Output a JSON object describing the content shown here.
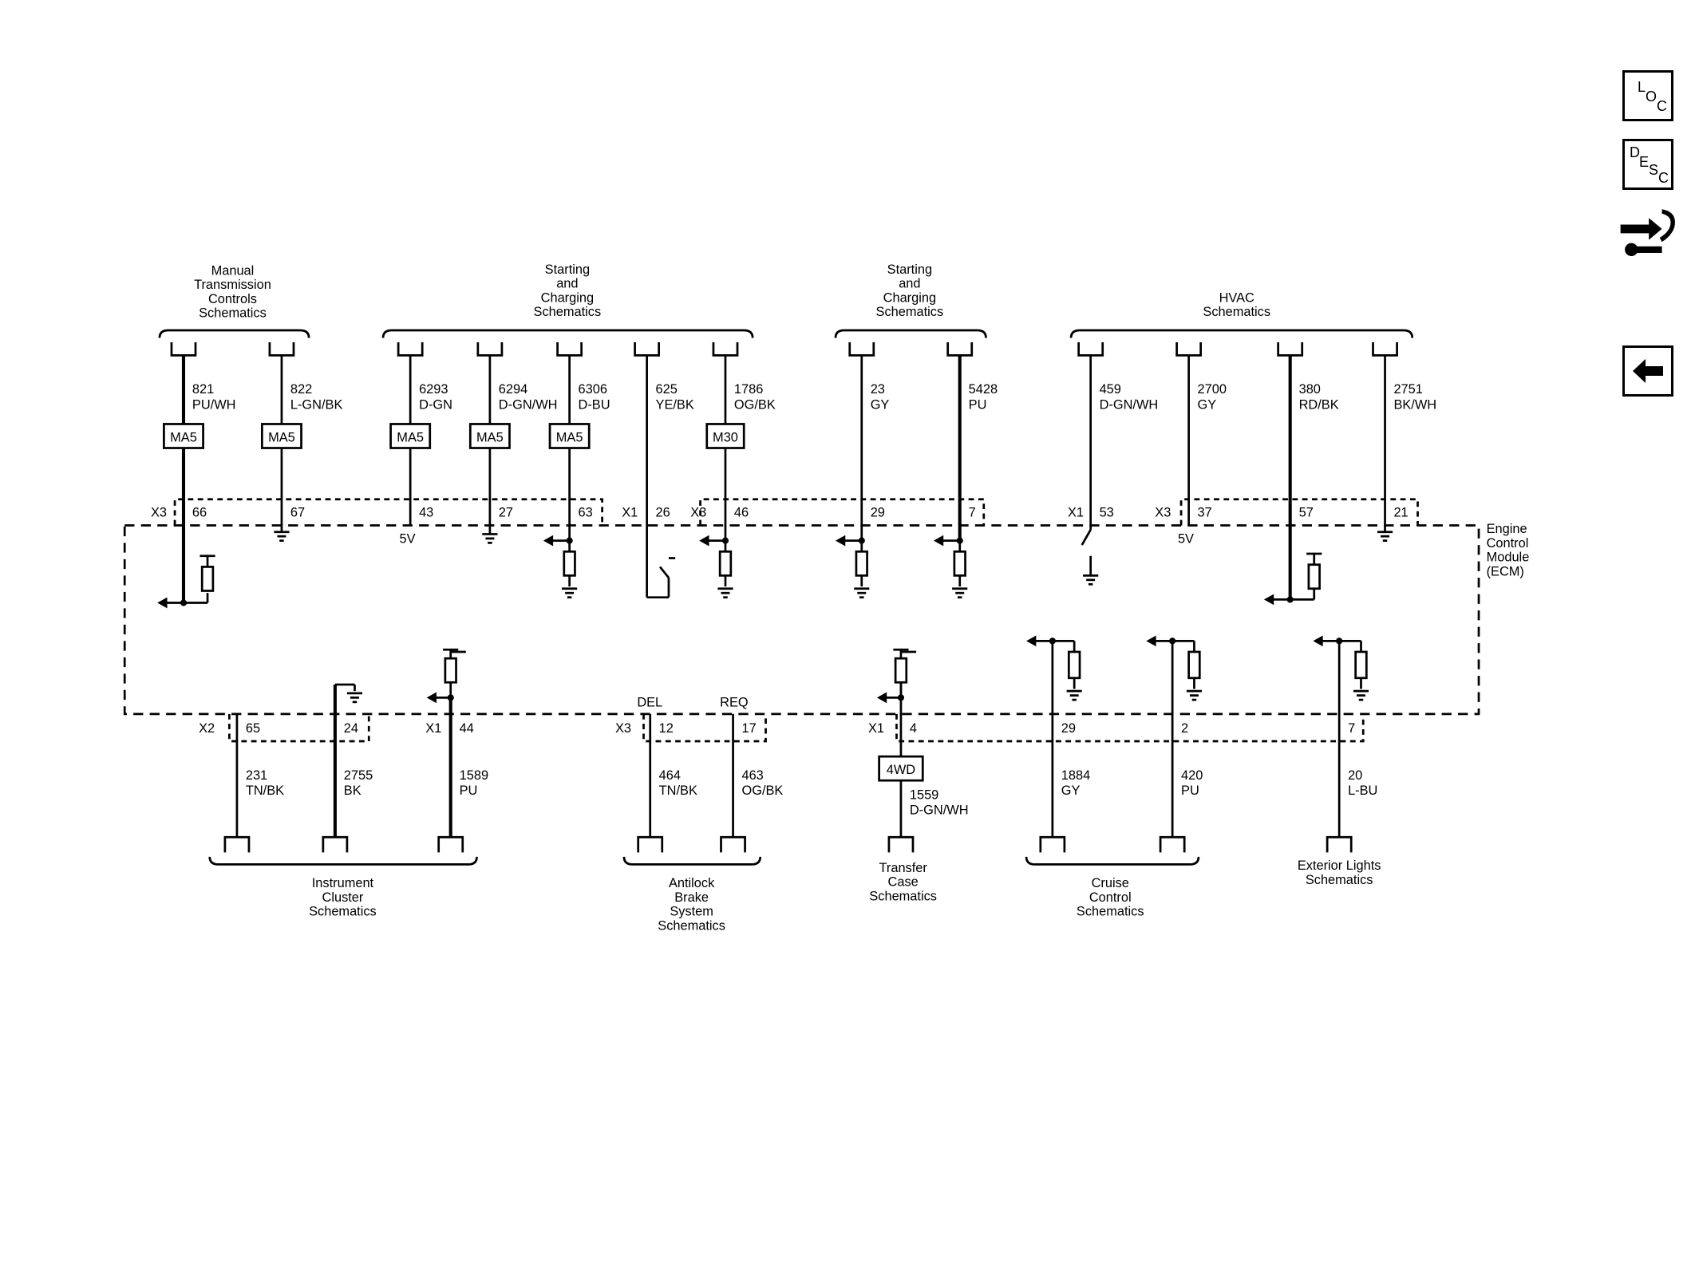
{
  "groups_top": [
    {
      "label": [
        "Manual",
        "Transmission",
        "Controls",
        "Schematics"
      ]
    },
    {
      "label": [
        "Starting",
        "and",
        "Charging",
        "Schematics"
      ]
    },
    {
      "label": [
        "Starting",
        "and",
        "Charging",
        "Schematics"
      ]
    },
    {
      "label": [
        "HVAC",
        "Schematics"
      ]
    }
  ],
  "groups_bottom": [
    {
      "label": [
        "Instrument",
        "Cluster",
        "Schematics"
      ]
    },
    {
      "label": [
        "Antilock",
        "Brake",
        "System",
        "Schematics"
      ]
    },
    {
      "label": [
        "Transfer",
        "Case",
        "Schematics"
      ]
    },
    {
      "label": [
        "Cruise",
        "Control",
        "Schematics"
      ]
    },
    {
      "label": [
        "Exterior Lights",
        "Schematics"
      ]
    }
  ],
  "ecm_label": [
    "Engine",
    "Control",
    "Module",
    "(ECM)"
  ],
  "top_wires": [
    {
      "circuit": "821",
      "color": "PU/WH",
      "splice": "MA5",
      "pin": "66"
    },
    {
      "circuit": "822",
      "color": "L-GN/BK",
      "splice": "MA5",
      "pin": "67"
    },
    {
      "circuit": "6293",
      "color": "D-GN",
      "splice": "MA5",
      "pin": "43",
      "note": "5V"
    },
    {
      "circuit": "6294",
      "color": "D-GN/WH",
      "splice": "MA5",
      "pin": "27"
    },
    {
      "circuit": "6306",
      "color": "D-BU",
      "splice": "MA5",
      "pin": "63"
    },
    {
      "circuit": "625",
      "color": "YE/BK",
      "splice": "",
      "pin": "26"
    },
    {
      "circuit": "1786",
      "color": "OG/BK",
      "splice": "M30",
      "pin": "46"
    },
    {
      "circuit": "23",
      "color": "GY",
      "splice": "",
      "pin": "29"
    },
    {
      "circuit": "5428",
      "color": "PU",
      "splice": "",
      "pin": "7"
    },
    {
      "circuit": "459",
      "color": "D-GN/WH",
      "splice": "",
      "pin": "53"
    },
    {
      "circuit": "2700",
      "color": "GY",
      "splice": "",
      "pin": "37",
      "note": "5V"
    },
    {
      "circuit": "380",
      "color": "RD/BK",
      "splice": "",
      "pin": "57"
    },
    {
      "circuit": "2751",
      "color": "BK/WH",
      "splice": "",
      "pin": "21"
    }
  ],
  "top_connectors": [
    "X3",
    "X1",
    "X3",
    "X1",
    "X3"
  ],
  "bottom_wires": [
    {
      "circuit": "231",
      "color": "TN/BK",
      "pin": "65"
    },
    {
      "circuit": "2755",
      "color": "BK",
      "pin": "24"
    },
    {
      "circuit": "1589",
      "color": "PU",
      "pin": "44"
    },
    {
      "circuit": "464",
      "color": "TN/BK",
      "pin": "12",
      "signal": "DEL"
    },
    {
      "circuit": "463",
      "color": "OG/BK",
      "pin": "17",
      "signal": "REQ"
    },
    {
      "circuit": "1559",
      "color": "D-GN/WH",
      "pin": "4",
      "splice": "4WD"
    },
    {
      "circuit": "1884",
      "color": "GY",
      "pin": "29"
    },
    {
      "circuit": "420",
      "color": "PU",
      "pin": "2"
    },
    {
      "circuit": "20",
      "color": "L-BU",
      "pin": "7"
    }
  ],
  "bottom_connectors": [
    "X2",
    "X1",
    "X3",
    "X1"
  ],
  "nav": {
    "loc": [
      "L",
      "O",
      "C"
    ],
    "desc": [
      "D",
      "E",
      "S",
      "C"
    ]
  }
}
